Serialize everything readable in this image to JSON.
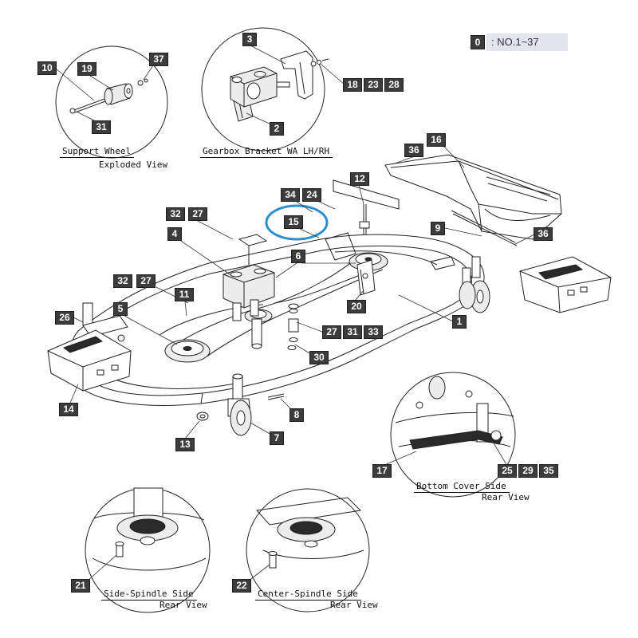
{
  "legend": {
    "key": "0",
    "text": ": NO.1~37"
  },
  "detail_views": {
    "support_wheel": {
      "title": "Support Wheel",
      "subtitle": "Exploded View",
      "callouts": [
        "10",
        "19",
        "37",
        "31"
      ]
    },
    "gearbox_bracket": {
      "title": "Gearbox Bracket WA LH/RH",
      "callouts": [
        "3",
        "18",
        "23",
        "28",
        "2"
      ]
    },
    "bottom_cover": {
      "title": "Bottom Cover Side",
      "subtitle": "Rear View",
      "callouts": [
        "17",
        "25",
        "29",
        "35"
      ]
    },
    "side_spindle": {
      "title": "Side-Spindle Side",
      "subtitle": "Rear View",
      "callouts": [
        "21"
      ]
    },
    "center_spindle": {
      "title": "Center-Spindle Side",
      "subtitle": "Rear View",
      "callouts": [
        "22"
      ]
    }
  },
  "main_assembly": {
    "callouts": [
      "36",
      "16",
      "12",
      "34",
      "24",
      "32",
      "27",
      "15",
      "9",
      "36",
      "4",
      "6",
      "32",
      "27",
      "11",
      "5",
      "26",
      "20",
      "1",
      "27",
      "31",
      "33",
      "30",
      "14",
      "8",
      "13",
      "7"
    ]
  },
  "colors": {
    "callout_bg": "#3c3c3c",
    "callout_text": "#ffffff",
    "legend_bg": "#e4e4f0",
    "highlight": "#2a90d0",
    "line": "#222222"
  }
}
